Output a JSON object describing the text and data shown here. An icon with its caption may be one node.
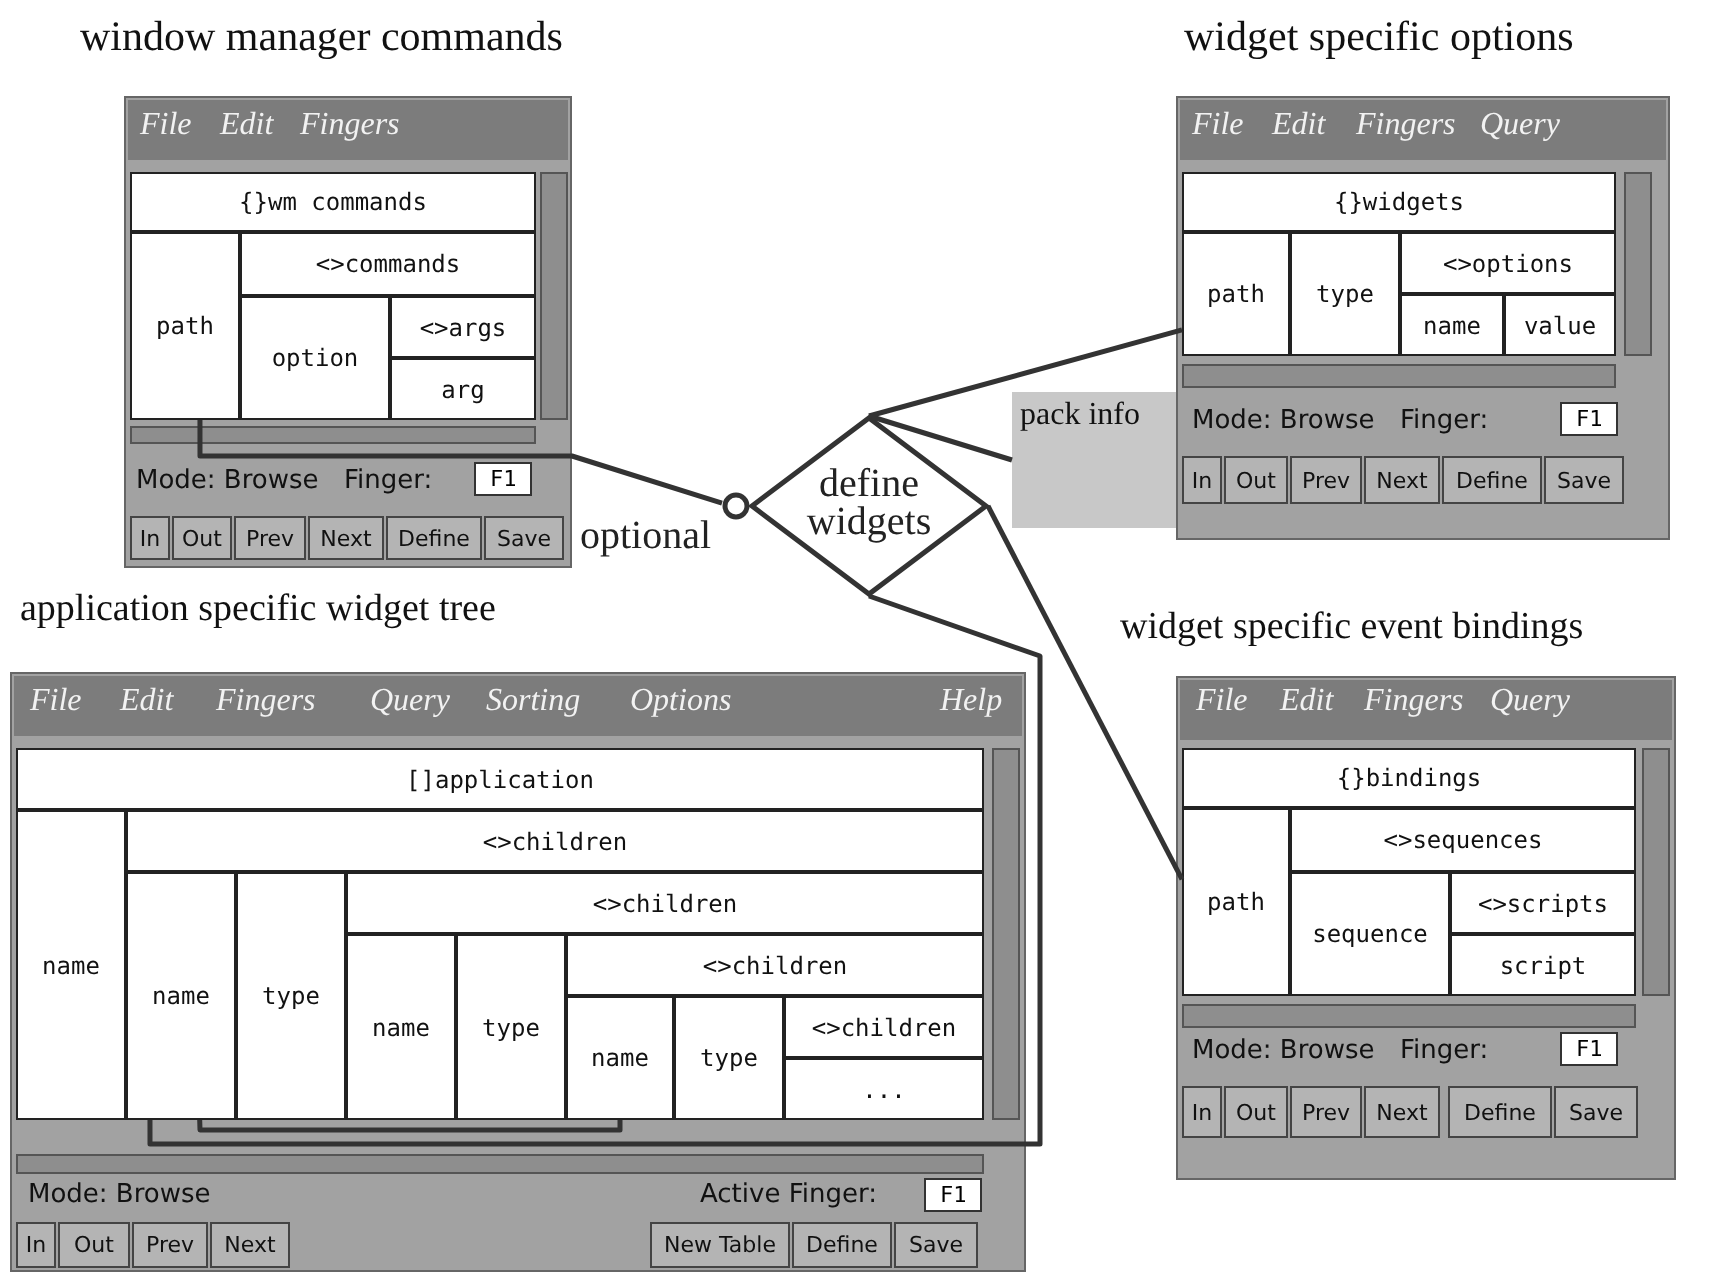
{
  "diagram": {
    "nodes": [
      {
        "text": [
          "window manager commands"
        ]
      },
      {
        "text": [
          "{}wm commands"
        ],
        "in": 0
      },
      {
        "text": [
          "path"
        ],
        "in": 0
      },
      {
        "text": [
          "<>commands"
        ],
        "in": 0
      },
      {
        "text": [
          "option"
        ],
        "in": 0
      },
      {
        "text": [
          "<>args"
        ],
        "in": 0
      },
      {
        "text": [
          "arg"
        ],
        "in": 0
      },
      {
        "text": [
          "In"
        ],
        "in": 0
      },
      {
        "text": [
          "Out"
        ],
        "in": 0
      },
      {
        "text": [
          "Prev"
        ],
        "in": 0
      },
      {
        "text": [
          "Next"
        ],
        "in": 0
      },
      {
        "text": [
          "Define"
        ],
        "in": 0
      },
      {
        "text": [
          "Save"
        ],
        "in": 0
      },
      {
        "text": [
          "pack info"
        ]
      },
      {
        "text": [
          "widget specific options"
        ]
      },
      {
        "text": [
          "{}widgets"
        ],
        "in": 14
      },
      {
        "text": [
          "path"
        ],
        "in": 14
      },
      {
        "text": [
          "type"
        ],
        "in": 14
      },
      {
        "text": [
          "<>options"
        ],
        "in": 14
      },
      {
        "text": [
          "name"
        ],
        "in": 14
      },
      {
        "text": [
          "value"
        ],
        "in": 14
      },
      {
        "text": [
          "In"
        ],
        "in": 14
      },
      {
        "text": [
          "Out"
        ],
        "in": 14
      },
      {
        "text": [
          "Prev"
        ],
        "in": 14
      },
      {
        "text": [
          "Next"
        ],
        "in": 14
      },
      {
        "text": [
          "Define"
        ],
        "in": 14
      },
      {
        "text": [
          "Save"
        ],
        "in": 14
      },
      {
        "text": [],
        "shape": "circle",
        "beside": [
          "optional"
        ]
      },
      {
        "text": [
          "define widgets"
        ]
      },
      {
        "text": [
          "application specific widget tree"
        ]
      },
      {
        "text": [
          "[]application"
        ],
        "in": 29
      },
      {
        "text": [
          "<>children"
        ],
        "in": 29
      },
      {
        "text": [
          "name"
        ],
        "in": 29
      },
      {
        "text": [
          "name"
        ],
        "in": 29
      },
      {
        "text": [
          "type"
        ],
        "in": 29
      },
      {
        "text": [
          "<>children"
        ],
        "in": 29
      },
      {
        "text": [
          "name"
        ],
        "in": 29
      },
      {
        "text": [
          "type"
        ],
        "in": 29
      },
      {
        "text": [
          "<>children"
        ],
        "in": 29
      },
      {
        "text": [
          "name"
        ],
        "in": 29
      },
      {
        "text": [
          "type"
        ],
        "in": 29
      },
      {
        "text": [
          "<>children"
        ],
        "in": 29
      },
      {
        "text": [
          "..."
        ],
        "in": 29
      },
      {
        "text": [
          "In"
        ],
        "in": 29
      },
      {
        "text": [
          "Out"
        ],
        "in": 29
      },
      {
        "text": [
          "Prev"
        ],
        "in": 29
      },
      {
        "text": [
          "Next"
        ],
        "in": 29
      },
      {
        "text": [
          "New Table"
        ],
        "in": 29
      },
      {
        "text": [
          "Define"
        ],
        "in": 29
      },
      {
        "text": [
          "Save"
        ],
        "in": 29
      },
      {
        "text": [
          "widget specific event bindings"
        ]
      },
      {
        "text": [
          "{}bindings"
        ],
        "in": 50
      },
      {
        "text": [
          "path"
        ],
        "in": 50
      },
      {
        "text": [
          "<>sequences"
        ],
        "in": 50
      },
      {
        "text": [
          "sequence"
        ],
        "in": 50
      },
      {
        "text": [
          "<>scripts"
        ],
        "in": 50
      },
      {
        "text": [
          "script"
        ],
        "in": 50
      },
      {
        "text": [
          "In"
        ],
        "in": 50
      },
      {
        "text": [
          "Out"
        ],
        "in": 50
      },
      {
        "text": [
          "Prev"
        ],
        "in": 50
      },
      {
        "text": [
          "Next"
        ],
        "in": 50
      },
      {
        "text": [
          "Define"
        ],
        "in": 50
      },
      {
        "text": [
          "Save"
        ],
        "in": 50
      }
    ],
    "edges": [
      {
        "from": 2,
        "to": 27,
        "arrow": "none"
      },
      {
        "from": 28,
        "to": 13,
        "arrow": "none"
      },
      {
        "from": 28,
        "to": 16,
        "arrow": "none"
      },
      {
        "from": 28,
        "to": 52,
        "arrow": "none"
      },
      {
        "from": 28,
        "to": 33,
        "arrow": "none"
      },
      {
        "from": 33,
        "to": 39,
        "arrow": "none"
      }
    ],
    "labels": [
      "File",
      "Edit",
      "Fingers",
      "File",
      "Edit",
      "Fingers",
      "Query",
      "Mode: Browse",
      "Finger:",
      "F1",
      "Mode: Browse",
      "Finger:",
      "F1",
      "File",
      "Edit",
      "Fingers",
      "Query",
      "Sorting",
      "Options",
      "Help",
      "File",
      "Edit",
      "Fingers",
      "Query",
      "Mode: Browse",
      "Finger:",
      "F1",
      "Mode: Browse",
      "Active Finger:",
      "F1"
    ]
  }
}
